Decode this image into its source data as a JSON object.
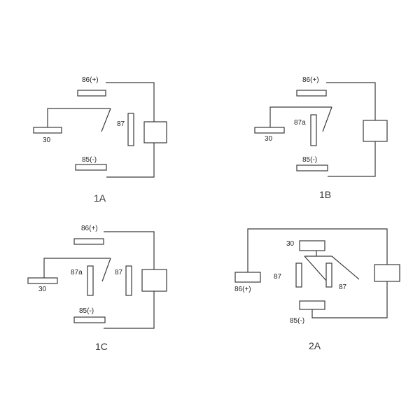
{
  "diagrams": [
    {
      "caption": "1A",
      "pins": {
        "p86": "86(+)",
        "p30": "30",
        "p87": "87",
        "p85": "85(-)"
      }
    },
    {
      "caption": "1B",
      "pins": {
        "p86": "86(+)",
        "p30": "30",
        "p87a": "87a",
        "p85": "85(-)"
      }
    },
    {
      "caption": "1C",
      "pins": {
        "p86": "86(+)",
        "p30": "30",
        "p87a": "87a",
        "p87": "87",
        "p85": "85(-)"
      }
    },
    {
      "caption": "2A",
      "pins": {
        "p30": "30",
        "p86": "86(+)",
        "p87_left": "87",
        "p87_right": "87",
        "p85": "85(-)"
      }
    }
  ],
  "colors": {
    "line": "#3a3a3a",
    "text": "#222222",
    "background": "#ffffff"
  }
}
